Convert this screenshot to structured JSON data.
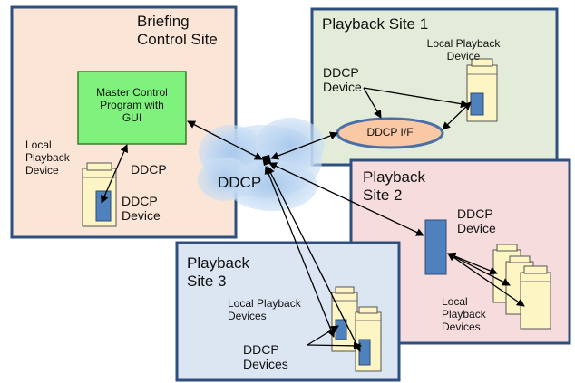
{
  "colors": {
    "briefing_bg": "#fbe5d6",
    "site1_bg": "#e2ecd9",
    "site2_bg": "#f6dcdc",
    "site3_bg": "#dce6f2",
    "panel_border": "#2f4f7f",
    "master_fill": "#7ef27c",
    "master_border": "#3a7d2a",
    "ddcp_if_fill": "#f8c9a4",
    "ddcp_if_border": "#4b6fa6",
    "device_blue": "#4f81bd",
    "server_fill": "#fdf5c3",
    "cloud": "#b5d3f0",
    "arrow": "#000000"
  },
  "briefing_site": {
    "title": "Briefing\nControl Site",
    "master": "Master Control\nProgram with\nGUI",
    "local_device": "Local\nPlayback\nDevice",
    "ddcp": "DDCP",
    "ddcp_device": "DDCP\nDevice"
  },
  "cloud": {
    "label": "DDCP"
  },
  "site1": {
    "title": "Playback Site 1",
    "local_device": "Local Playback\nDevice",
    "ddcp_device": "DDCP\nDevice",
    "ddcp_if": "DDCP I/F"
  },
  "site2": {
    "title": "Playback\nSite 2",
    "ddcp_device": "DDCP\nDevice",
    "local_devices": "Local\nPlayback\nDevices"
  },
  "site3": {
    "title": "Playback\nSite 3",
    "local_devices": "Local Playback\nDevices",
    "ddcp_devices": "DDCP\nDevices"
  }
}
